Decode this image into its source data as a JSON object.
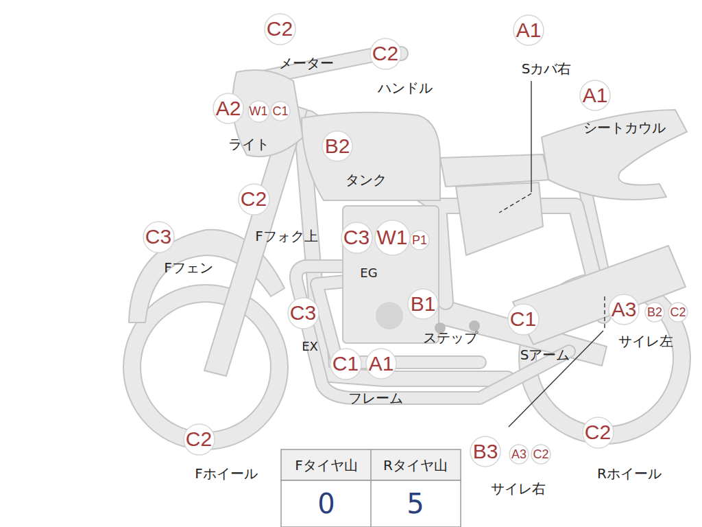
{
  "diagram": {
    "nodes": [
      {
        "text": [
          "C2"
        ]
      },
      {
        "text": [
          "C2"
        ]
      },
      {
        "text": [
          "A1"
        ]
      },
      {
        "text": [
          "A1"
        ]
      },
      {
        "text": [
          "A2"
        ]
      },
      {
        "text": [
          "W1"
        ]
      },
      {
        "text": [
          "C1"
        ]
      },
      {
        "text": [
          "B2"
        ]
      },
      {
        "text": [
          "C2"
        ]
      },
      {
        "text": [
          "C3"
        ]
      },
      {
        "text": [
          "C3"
        ]
      },
      {
        "text": [
          "W1"
        ]
      },
      {
        "text": [
          "P1"
        ]
      },
      {
        "text": [
          "C3"
        ]
      },
      {
        "text": [
          "B1"
        ]
      },
      {
        "text": [
          "C1"
        ]
      },
      {
        "text": [
          "A3"
        ]
      },
      {
        "text": [
          "B2"
        ]
      },
      {
        "text": [
          "C2"
        ]
      },
      {
        "text": [
          "C1"
        ]
      },
      {
        "text": [
          "A1"
        ]
      },
      {
        "text": [
          "C2"
        ]
      },
      {
        "text": [
          "C2"
        ]
      },
      {
        "text": [
          "B3"
        ]
      },
      {
        "text": [
          "A3"
        ]
      },
      {
        "text": [
          "C2"
        ]
      }
    ],
    "labels": [
      "メーター",
      "ハンドル",
      "Sカバ右",
      "シートカウル",
      "ライト",
      "タンク",
      "Fフォク上",
      "Fフェン",
      "EG",
      "EX",
      "ステップ",
      "Sアーム",
      "サイレ左",
      "フレーム",
      "Fホイール",
      "サイレ右",
      "Rホイール",
      "Fタイヤ山",
      "Rタイヤ山",
      "0",
      "5"
    ]
  }
}
